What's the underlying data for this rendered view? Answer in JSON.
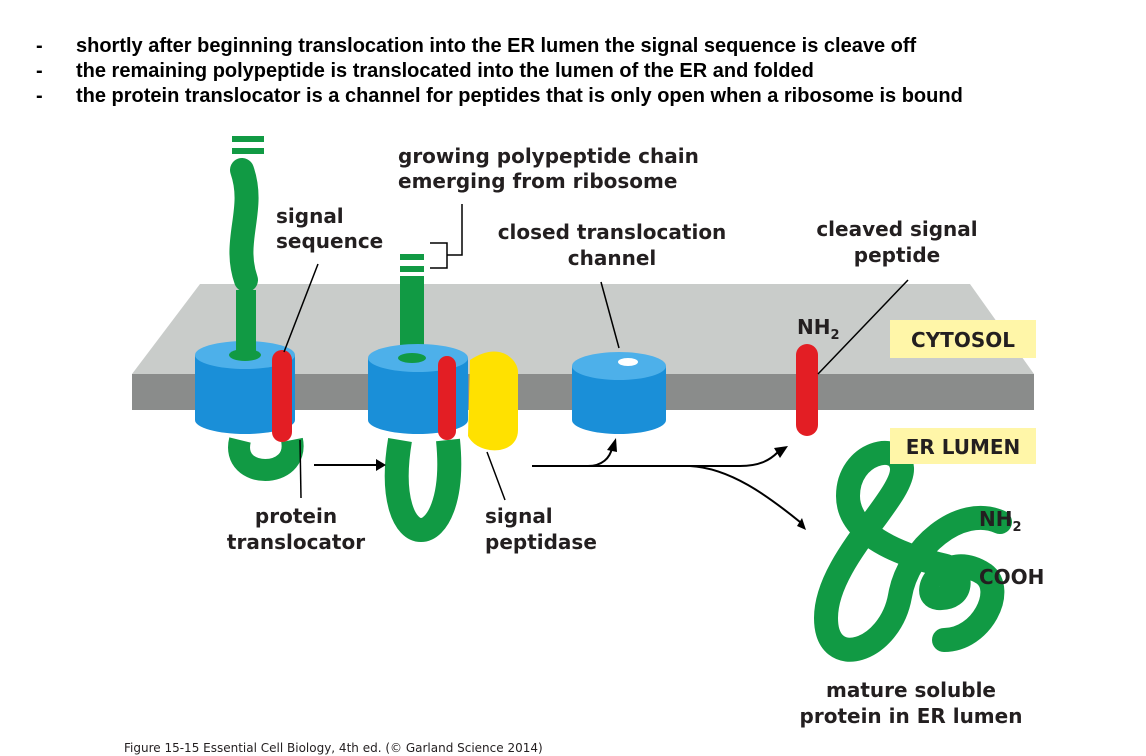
{
  "bullets": [
    "shortly after beginning translocation into the ER lumen the signal sequence is cleave off",
    "the remaining polypeptide is translocated into the lumen of the ER and folded",
    "the protein translocator is a channel for peptides that is only open when a ribosome is bound"
  ],
  "bullet_marker": "-",
  "figure": {
    "labels": {
      "growing_chain_1": "growing polypeptide chain",
      "growing_chain_2": "emerging from ribosome",
      "signal_sequence_1": "signal",
      "signal_sequence_2": "sequence",
      "closed_channel_1": "closed translocation",
      "closed_channel_2": "channel",
      "cleaved_peptide_1": "cleaved signal",
      "cleaved_peptide_2": "peptide",
      "nh2": "NH",
      "nh2_sub": "2",
      "nh2_b": "NH",
      "nh2_b_sub": "2",
      "cooh": "COOH",
      "cytosol": "CYTOSOL",
      "er_lumen": "ER LUMEN",
      "translocator_1": "protein",
      "translocator_2": "translocator",
      "peptidase_1": "signal",
      "peptidase_2": "peptidase",
      "mature_1": "mature soluble",
      "mature_2": "protein in ER lumen"
    },
    "caption": "Figure 15-15 Essential Cell Biology, 4th ed. (© Garland Science 2014)",
    "colors": {
      "membrane_top": "#c9ccca",
      "membrane_edge": "#8a8c8b",
      "channel": "#1a8fd8",
      "polypeptide": "#119a44",
      "signal": "#e31e24",
      "peptidase": "#ffe100",
      "box": "#fff6a8"
    }
  }
}
